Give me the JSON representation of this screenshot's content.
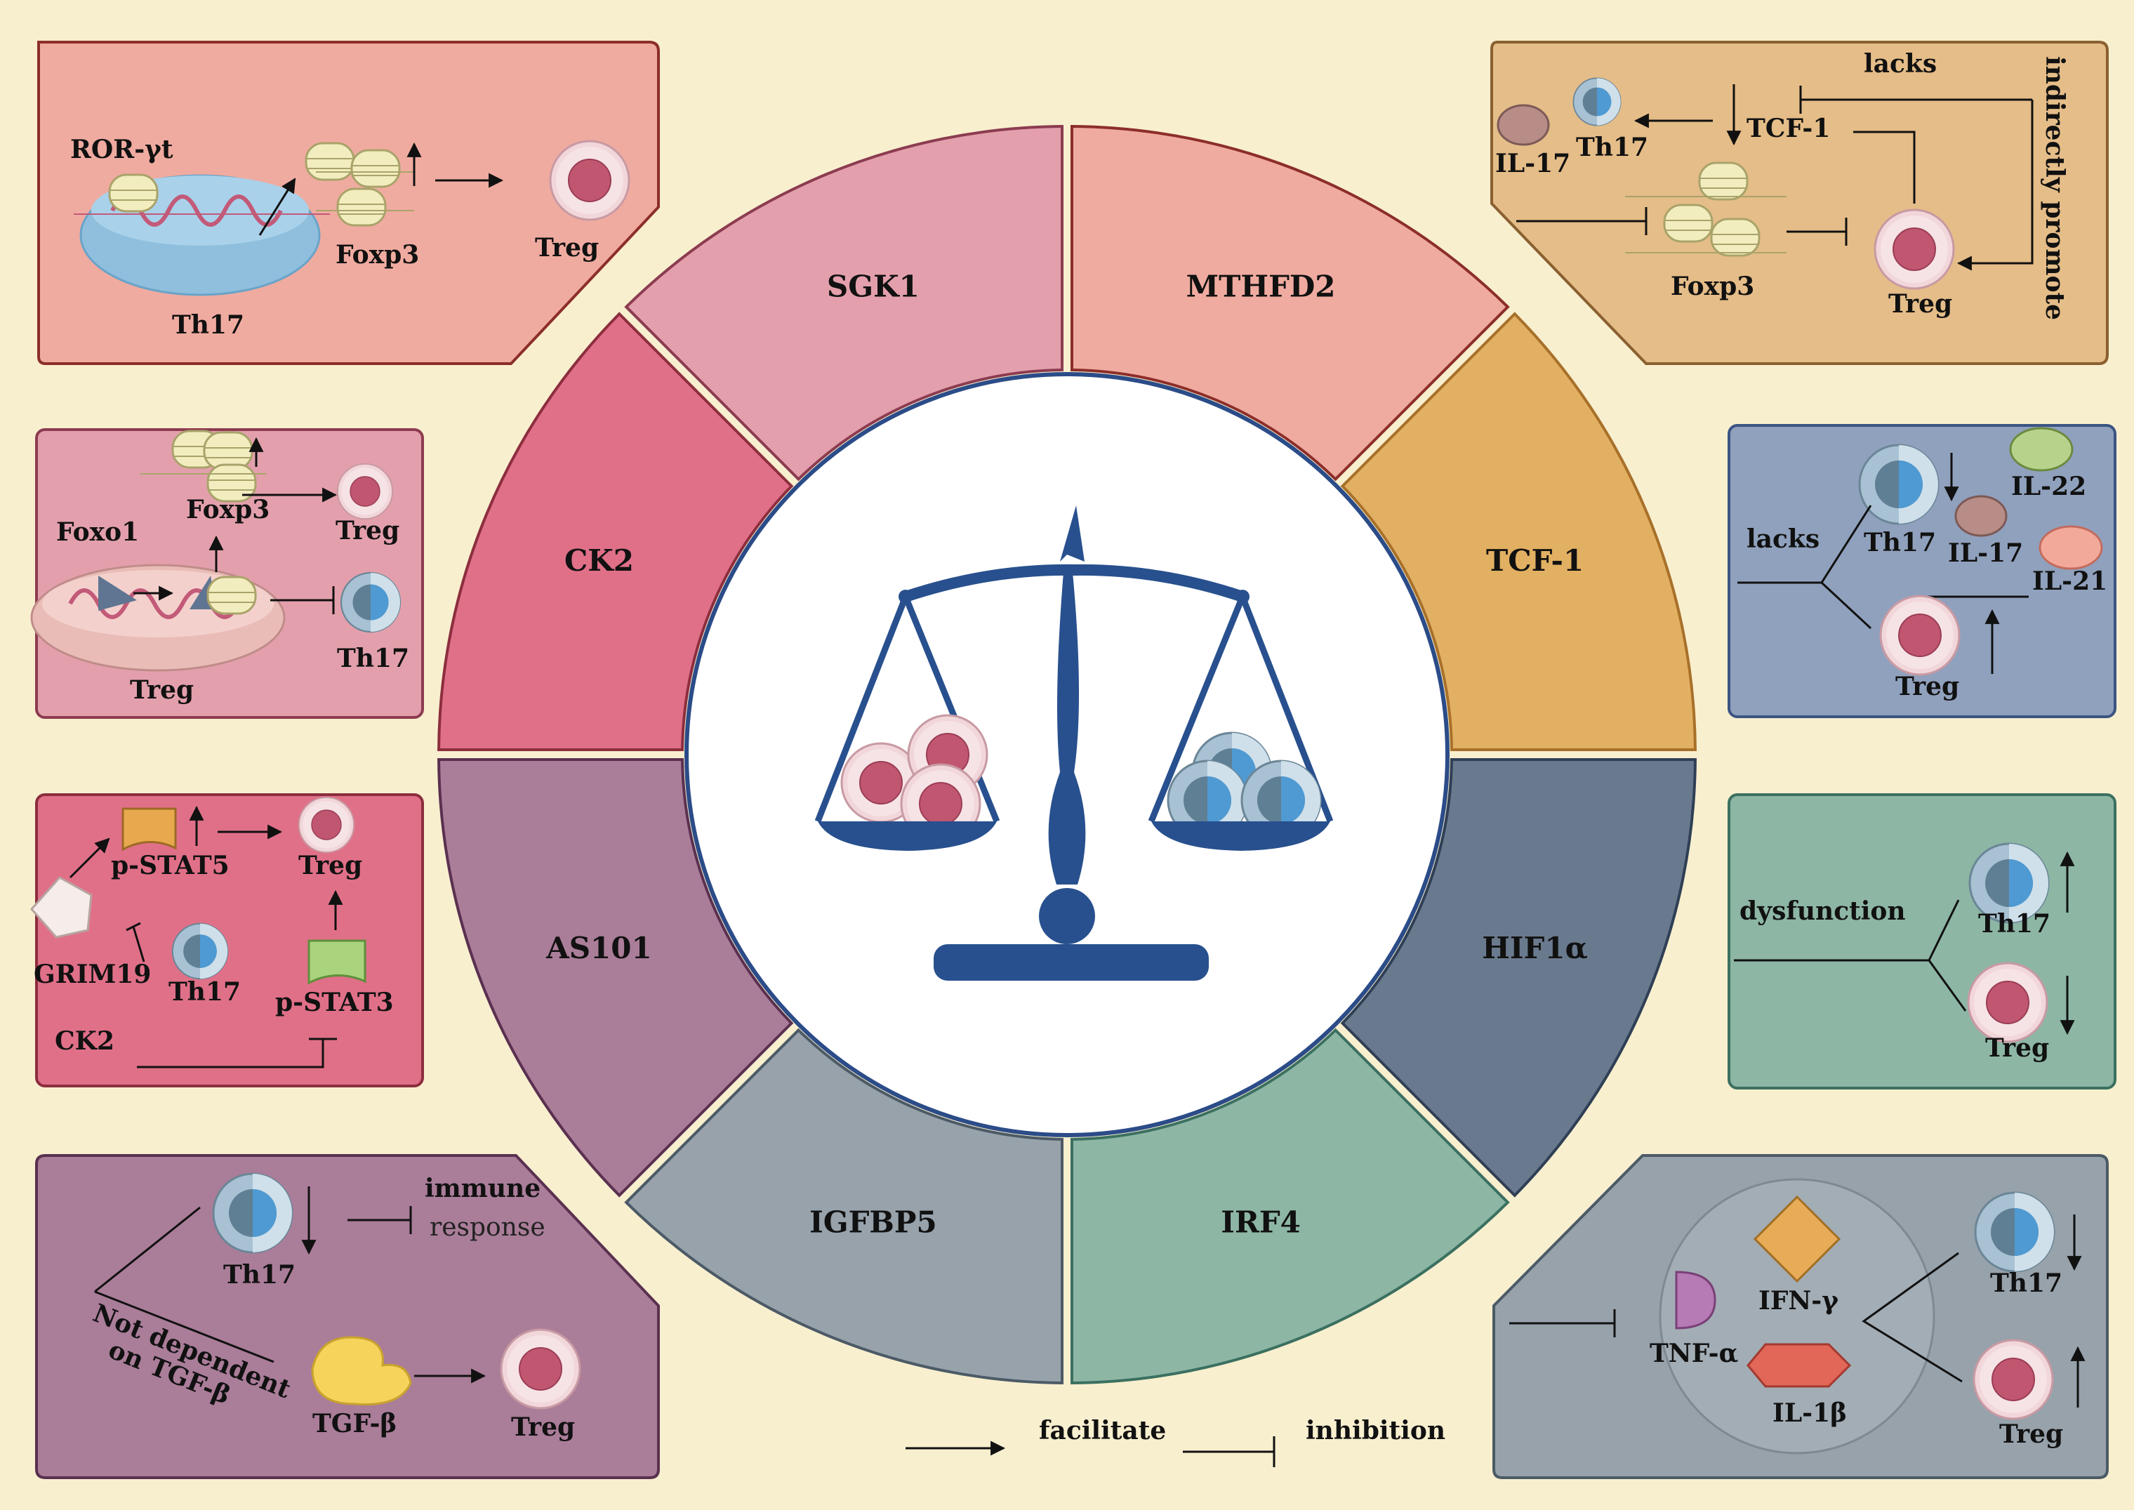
{
  "segments": [
    {
      "label": "MTHFD2",
      "color": "#f0aba0"
    },
    {
      "label": "TCF-1",
      "color": "#e2b062"
    },
    {
      "label": "HIF1α",
      "color": "#6a7a8e"
    },
    {
      "label": "IRF4",
      "color": "#8db6a5"
    },
    {
      "label": "IGFBP5",
      "color": "#97a2ab"
    },
    {
      "label": "AS101",
      "color": "#aa7d99"
    },
    {
      "label": "CK2",
      "color": "#e07088"
    },
    {
      "label": "SGK1",
      "color": "#e3a0ac"
    }
  ],
  "panels": {
    "mthfd2": {
      "ror": "ROR-γt",
      "foxp3": "Foxp3",
      "treg": "Treg",
      "th17": "Th17"
    },
    "tcf1": {
      "lacks": "lacks",
      "promote": "indirectly promote",
      "tcf": "TCF-1",
      "th17": "Th17",
      "il17": "IL-17",
      "foxp3": "Foxp3",
      "treg": "Treg"
    },
    "sgk1": {
      "foxp3": "Foxp3",
      "treg_top": "Treg",
      "foxo1": "Foxo1",
      "treg_bottom": "Treg",
      "th17": "Th17"
    },
    "hif1a": {
      "il22": "IL-22",
      "lacks": "lacks",
      "th17": "Th17",
      "il17": "IL-17",
      "il21": "IL-21",
      "treg": "Treg"
    },
    "ck2": {
      "pstat5": "p-STAT5",
      "treg": "Treg",
      "grim19": "GRIM19",
      "th17": "Th17",
      "pstat3": "p-STAT3",
      "ck2": "CK2"
    },
    "irf4": {
      "dysfunction": "dysfunction",
      "th17": "Th17",
      "treg": "Treg"
    },
    "as101": {
      "immune": "immune",
      "response": "response",
      "th17": "Th17",
      "notdep": "Not dependent",
      "ontgf": "on TGF-β",
      "tgfb": "TGF-β",
      "treg": "Treg"
    },
    "igfbp5": {
      "ifng": "IFN-γ",
      "th17": "Th17",
      "tnfa": "TNF-α",
      "il1b": "IL-1β",
      "treg": "Treg"
    }
  },
  "legend": {
    "facilitate": "facilitate",
    "inhibition": "inhibition"
  }
}
